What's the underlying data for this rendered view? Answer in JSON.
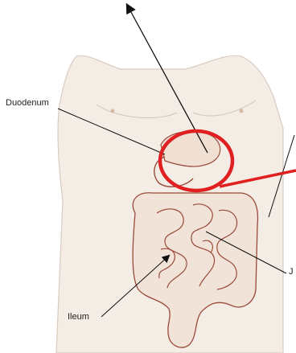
{
  "labels": {
    "duodenum": "Duodenum",
    "ileum": "Ileum",
    "jejunum_partial": "J"
  },
  "colors": {
    "skin": "#f4ede6",
    "skin_outline": "#d9cbbf",
    "intestine": "#9a4a3a",
    "highlight": "#e02020",
    "arrow": "#111111"
  }
}
